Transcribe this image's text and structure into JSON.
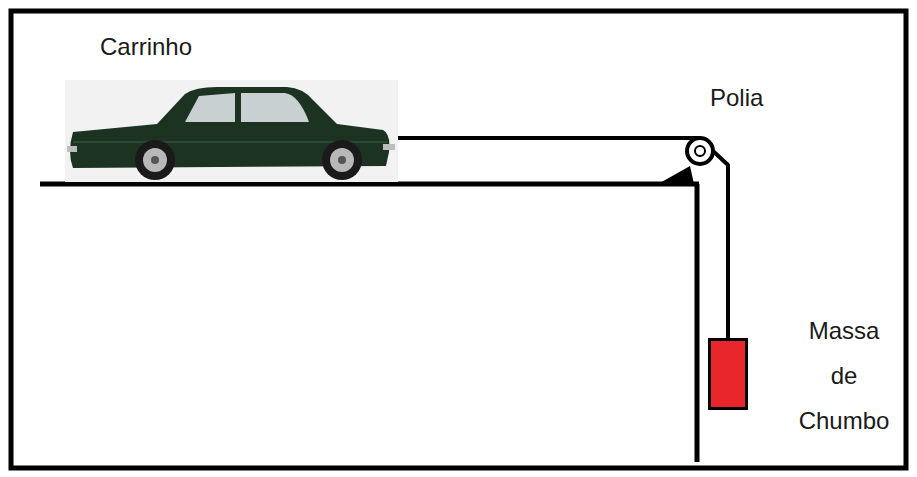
{
  "diagram": {
    "nodes": [
      {
        "text": [
          "Carrinho"
        ]
      },
      {
        "text": [
          "Polia"
        ]
      },
      {
        "text": [
          "Massa de Chumbo"
        ]
      }
    ],
    "edges": [
      {
        "from": 0,
        "to": 1,
        "arrow": "none"
      },
      {
        "from": 1,
        "to": 2,
        "arrow": "none"
      }
    ]
  }
}
